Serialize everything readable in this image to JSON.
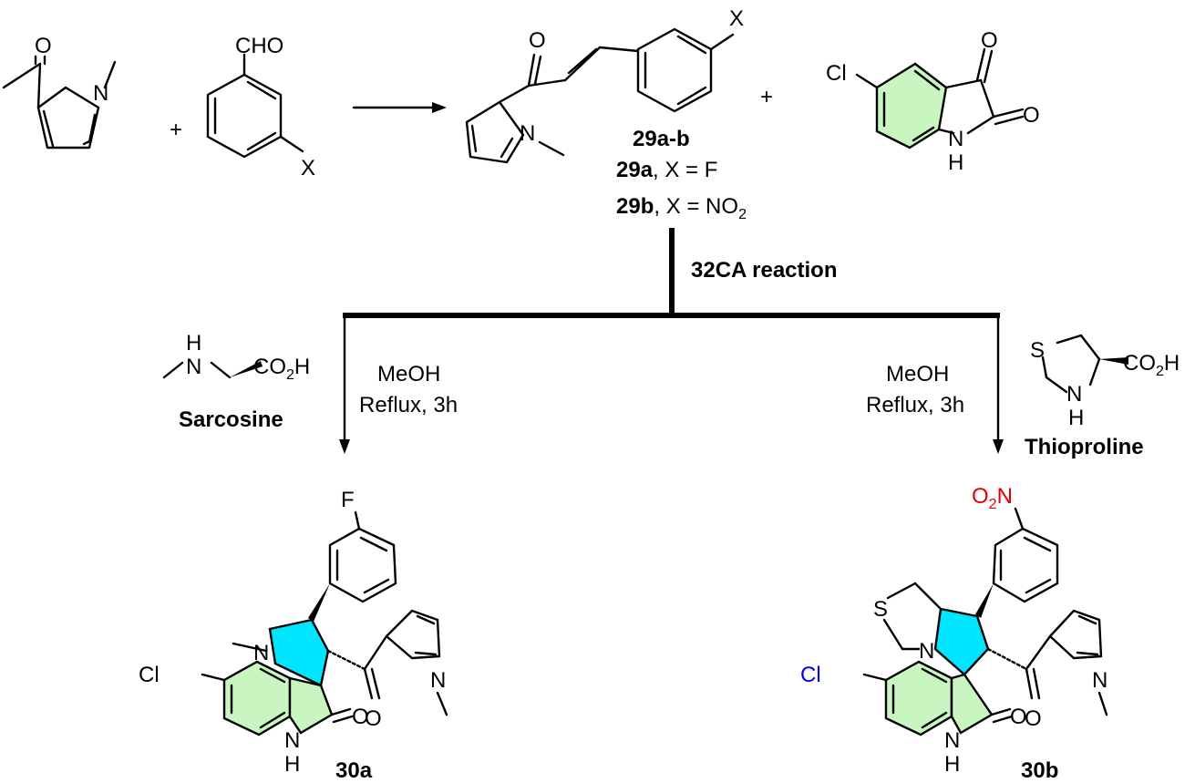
{
  "reactants": {
    "aldehyde_group": "CHO",
    "aldehyde_substituent": "X",
    "pyrrole_methyl_n": "N",
    "plus_1": "+",
    "plus_2": "+"
  },
  "chalcone": {
    "o": "O",
    "n": "N",
    "x": "X",
    "id": "29a-b",
    "variant_a_id": "29a",
    "variant_a_text": ", X = F",
    "variant_b_id": "29b",
    "variant_b_text": ", X = NO",
    "variant_b_sub": "2"
  },
  "isatin": {
    "cl": "Cl",
    "o1": "O",
    "o2": "O",
    "nh_n": "N",
    "nh_h": "H"
  },
  "reaction": {
    "label": "32CA reaction"
  },
  "left_branch": {
    "reagent_name": "Sarcosine",
    "reagent_nh_h": "H",
    "reagent_nh_n": "N",
    "reagent_acid": "CO",
    "reagent_acid_sub": "2",
    "reagent_acid_h": "H",
    "solvent": "MeOH",
    "condition": "Reflux, 3h"
  },
  "right_branch": {
    "reagent_name": "Thioproline",
    "reagent_s": "S",
    "reagent_nh_n": "N",
    "reagent_nh_h": "H",
    "reagent_acid": "CO",
    "reagent_acid_sub": "2",
    "reagent_acid_h": "H",
    "solvent": "MeOH",
    "condition": "Reflux, 3h"
  },
  "product_a": {
    "id": "30a",
    "f": "F",
    "n_methyl": "N",
    "cl": "Cl",
    "o_ketone": "O",
    "o_lactam": "O",
    "pyrrole_n": "N",
    "nh_n": "N",
    "nh_h": "H"
  },
  "product_b": {
    "id": "30b",
    "nitro_o": "O",
    "nitro_sub": "2",
    "nitro_n": "N",
    "s": "S",
    "n_ring": "N",
    "cl": "Cl",
    "o_ketone": "O",
    "o_lactam": "O",
    "pyrrole_n": "N",
    "nh_n": "N",
    "nh_h": "H"
  },
  "colors": {
    "benzene_fill": "#c8f5c0",
    "pyrrolidine_fill": "#00e5ff",
    "nitro_red": "#e00000",
    "chloro_blue": "#0000ee"
  }
}
